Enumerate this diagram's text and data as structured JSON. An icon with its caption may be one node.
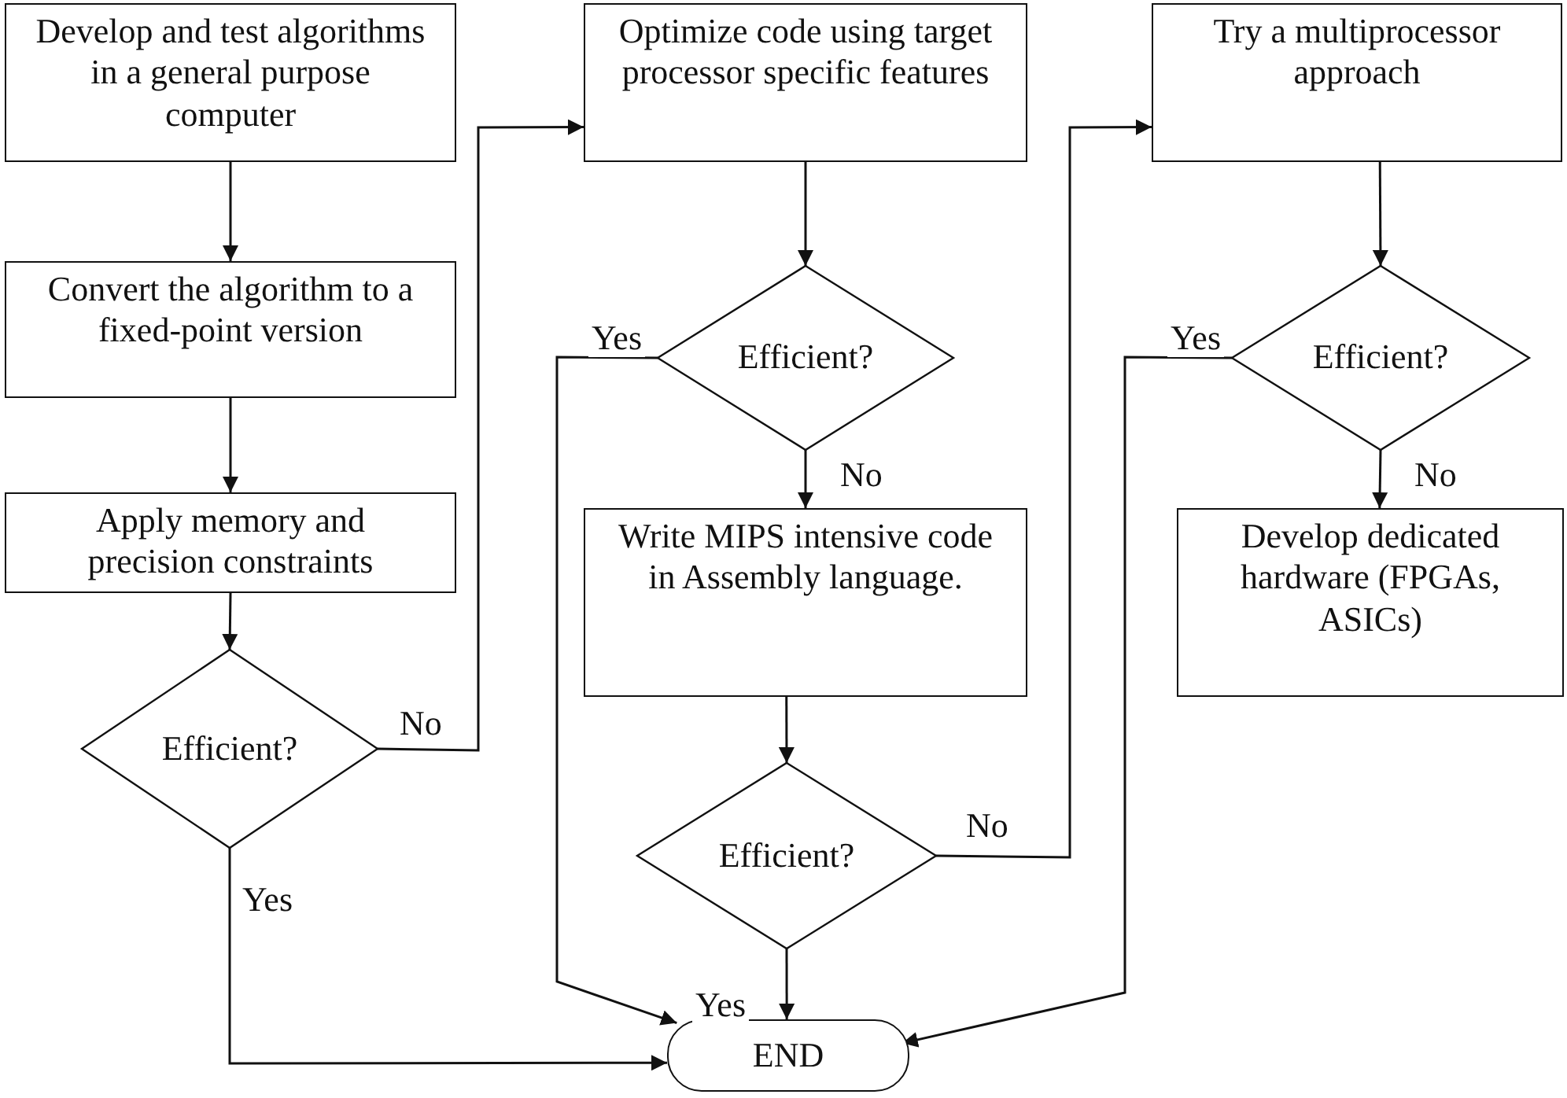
{
  "diagram": {
    "nodes": [
      {
        "text": [
          "Develop and test algorithms in a general purpose computer"
        ]
      },
      {
        "text": [
          "Convert the algorithm to a fixed-point version"
        ]
      },
      {
        "text": [
          "Apply memory and precision constraints"
        ]
      },
      {
        "text": [
          "Efficient?"
        ]
      },
      {
        "text": [
          "Optimize code using target processor specific features"
        ]
      },
      {
        "text": [
          "Efficient?"
        ]
      },
      {
        "text": [
          "Write MIPS intensive code in Assembly language."
        ]
      },
      {
        "text": [
          "Efficient?"
        ]
      },
      {
        "text": [
          "Try a multiprocessor approach"
        ]
      },
      {
        "text": [
          "Efficient?"
        ]
      },
      {
        "text": [
          "Develop dedicated hardware (FPGAs, ASICs)"
        ]
      },
      {
        "text": [
          "END"
        ]
      }
    ],
    "edges": [
      {
        "from": 0,
        "to": 1,
        "arrow": "to"
      },
      {
        "from": 1,
        "to": 2,
        "arrow": "to"
      },
      {
        "from": 2,
        "to": 3,
        "arrow": "to"
      },
      {
        "from": 3,
        "to": 4,
        "arrow": "to",
        "label": "No"
      },
      {
        "from": 3,
        "to": 11,
        "arrow": "to",
        "label": "Yes"
      },
      {
        "from": 4,
        "to": 5,
        "arrow": "to"
      },
      {
        "from": 5,
        "to": 6,
        "arrow": "to",
        "label": "No"
      },
      {
        "from": 5,
        "to": 11,
        "arrow": "to",
        "label": "Yes"
      },
      {
        "from": 6,
        "to": 7,
        "arrow": "to"
      },
      {
        "from": 7,
        "to": 11,
        "arrow": "to",
        "label": "Yes"
      },
      {
        "from": 7,
        "to": 8,
        "arrow": "to",
        "label": "No"
      },
      {
        "from": 8,
        "to": 9,
        "arrow": "to"
      },
      {
        "from": 9,
        "to": 10,
        "arrow": "to",
        "label": "No"
      },
      {
        "from": 9,
        "to": 11,
        "arrow": "to",
        "label": "Yes"
      }
    ]
  }
}
